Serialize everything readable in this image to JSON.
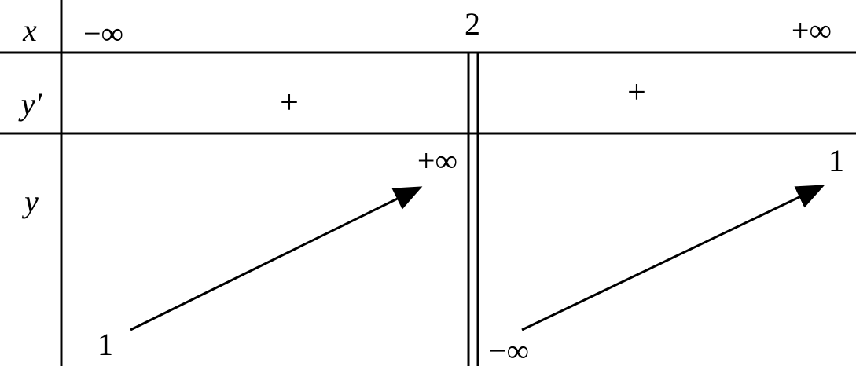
{
  "row_labels": {
    "x": "x",
    "y_prime": "y′",
    "y": "y"
  },
  "x_values": {
    "left": "−∞",
    "middle": "2",
    "right": "+∞"
  },
  "derivative_signs": {
    "left": "+",
    "right": "+"
  },
  "y_values": {
    "left_start": "1",
    "left_end": "+∞",
    "right_start": "−∞",
    "right_end": "1"
  },
  "arrows": {
    "left": "increasing",
    "right": "increasing"
  },
  "colors": {
    "ink": "#000000",
    "background": "#ffffff"
  }
}
